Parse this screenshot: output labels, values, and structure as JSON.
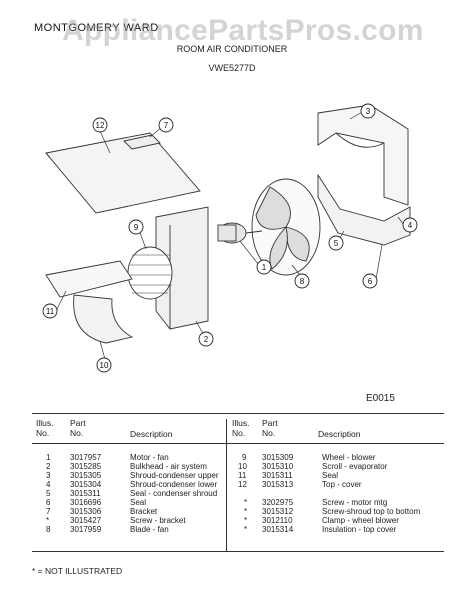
{
  "header": {
    "brand": "MONTGOMERY WARD",
    "watermark": "AppliancePartsPros.com",
    "title": "ROOM AIR CONDITIONER",
    "model": "VWE5277D",
    "diagram_code": "E0015"
  },
  "callouts": [
    "1",
    "2",
    "3",
    "4",
    "5",
    "6",
    "7",
    "8",
    "9",
    "10",
    "11",
    "12"
  ],
  "table": {
    "headers": {
      "illus": "Illus.",
      "no": "No.",
      "part": "Part",
      "part_no": "No.",
      "description": "Description"
    },
    "left_rows": [
      {
        "illus": "1",
        "part": "3017957",
        "desc": "Motor - fan"
      },
      {
        "illus": "2",
        "part": "3015285",
        "desc": "Bulkhead - air system"
      },
      {
        "illus": "3",
        "part": "3015305",
        "desc": "Shroud-condenser upper"
      },
      {
        "illus": "4",
        "part": "3015304",
        "desc": "Shroud-condenser lower"
      },
      {
        "illus": "5",
        "part": "3015311",
        "desc": "Seal - condenser shroud"
      },
      {
        "illus": "6",
        "part": "3016696",
        "desc": "Seal"
      },
      {
        "illus": "7",
        "part": "3015306",
        "desc": "Bracket"
      },
      {
        "illus": "*",
        "part": "3015427",
        "desc": "Screw - bracket"
      },
      {
        "illus": "8",
        "part": "3017959",
        "desc": "Blade - fan"
      }
    ],
    "right_rows": [
      {
        "illus": "9",
        "part": "3015309",
        "desc": "Wheel - blower"
      },
      {
        "illus": "10",
        "part": "3015310",
        "desc": "Scroll - evaporator"
      },
      {
        "illus": "11",
        "part": "3015311",
        "desc": "Seal"
      },
      {
        "illus": "12",
        "part": "3015313",
        "desc": "Top - cover"
      },
      {
        "illus": "*",
        "part": "3202975",
        "desc": "Screw - motor mtg"
      },
      {
        "illus": "*",
        "part": "3015312",
        "desc": "Screw-shroud top to bottom"
      },
      {
        "illus": "*",
        "part": "3012110",
        "desc": "Clamp - wheel blower"
      },
      {
        "illus": "*",
        "part": "3015314",
        "desc": "Insulation - top cover"
      }
    ]
  },
  "footnote": "* = NOT ILLUSTRATED"
}
